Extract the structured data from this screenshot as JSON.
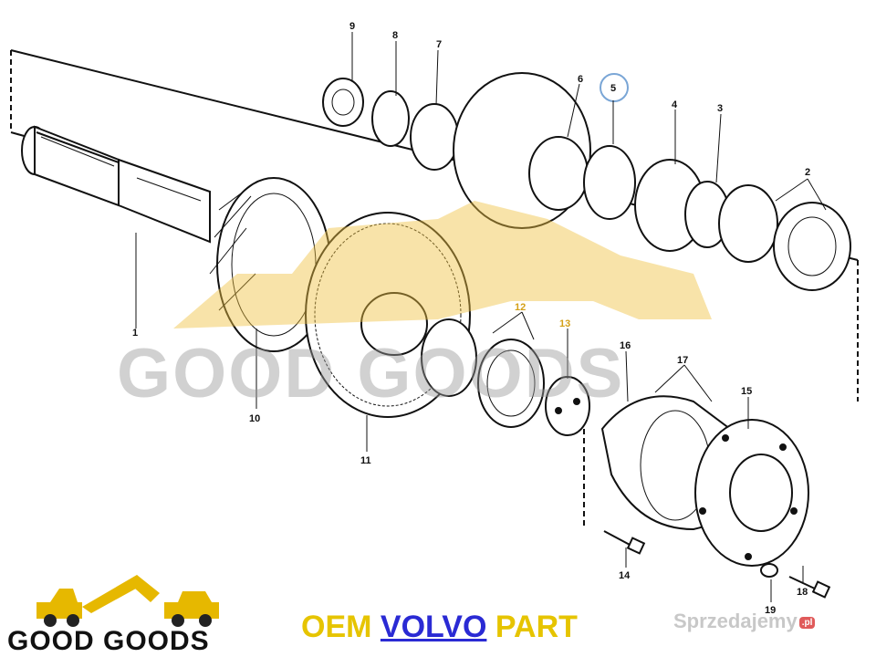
{
  "parts": [
    "1",
    "2",
    "3",
    "4",
    "5",
    "6",
    "7",
    "8",
    "9",
    "10",
    "11",
    "12",
    "13",
    "14",
    "15",
    "16",
    "17",
    "18",
    "19"
  ],
  "watermark": "GOOD GOODS",
  "footer": {
    "logo_text": "GOOD GOODS",
    "oem_prefix": "OEM",
    "oem_brand": "VOLVO",
    "oem_suffix": "PART",
    "site": "Sprzedajemy",
    "site_tld": ".pl"
  },
  "colors": {
    "watermark_gold": "#f0c040",
    "oem_yellow": "#e6c400",
    "brand_blue": "#2a2ad4",
    "highlight_circle": "#7aa6d6"
  }
}
